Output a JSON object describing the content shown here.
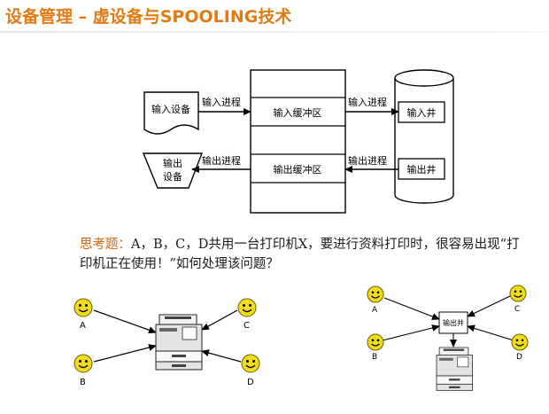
{
  "slide": {
    "title": "设备管理 – 虚设备与SPOOLING技术"
  },
  "spooling_diagram": {
    "input_device": "输入设备",
    "output_device_line1": "输出",
    "output_device_line2": "设备",
    "input_process_left": "输入进程",
    "output_process_left": "输出进程",
    "input_buffer": "输入缓冲区",
    "output_buffer": "输出缓冲区",
    "input_process_right": "输入进程",
    "output_process_right": "输出进程",
    "input_well": "输入井",
    "output_well": "输出井"
  },
  "question": {
    "label": "思考题：",
    "text": "A，B，C，D共用一台打印机X，要进行资料打印时，很容易出现“打印机正在使用！”如何处理该问题？"
  },
  "left_scenario": {
    "users": [
      "A",
      "B",
      "C",
      "D"
    ]
  },
  "right_scenario": {
    "users": [
      "A",
      "B",
      "C",
      "D"
    ],
    "hub_label": "输出井"
  }
}
